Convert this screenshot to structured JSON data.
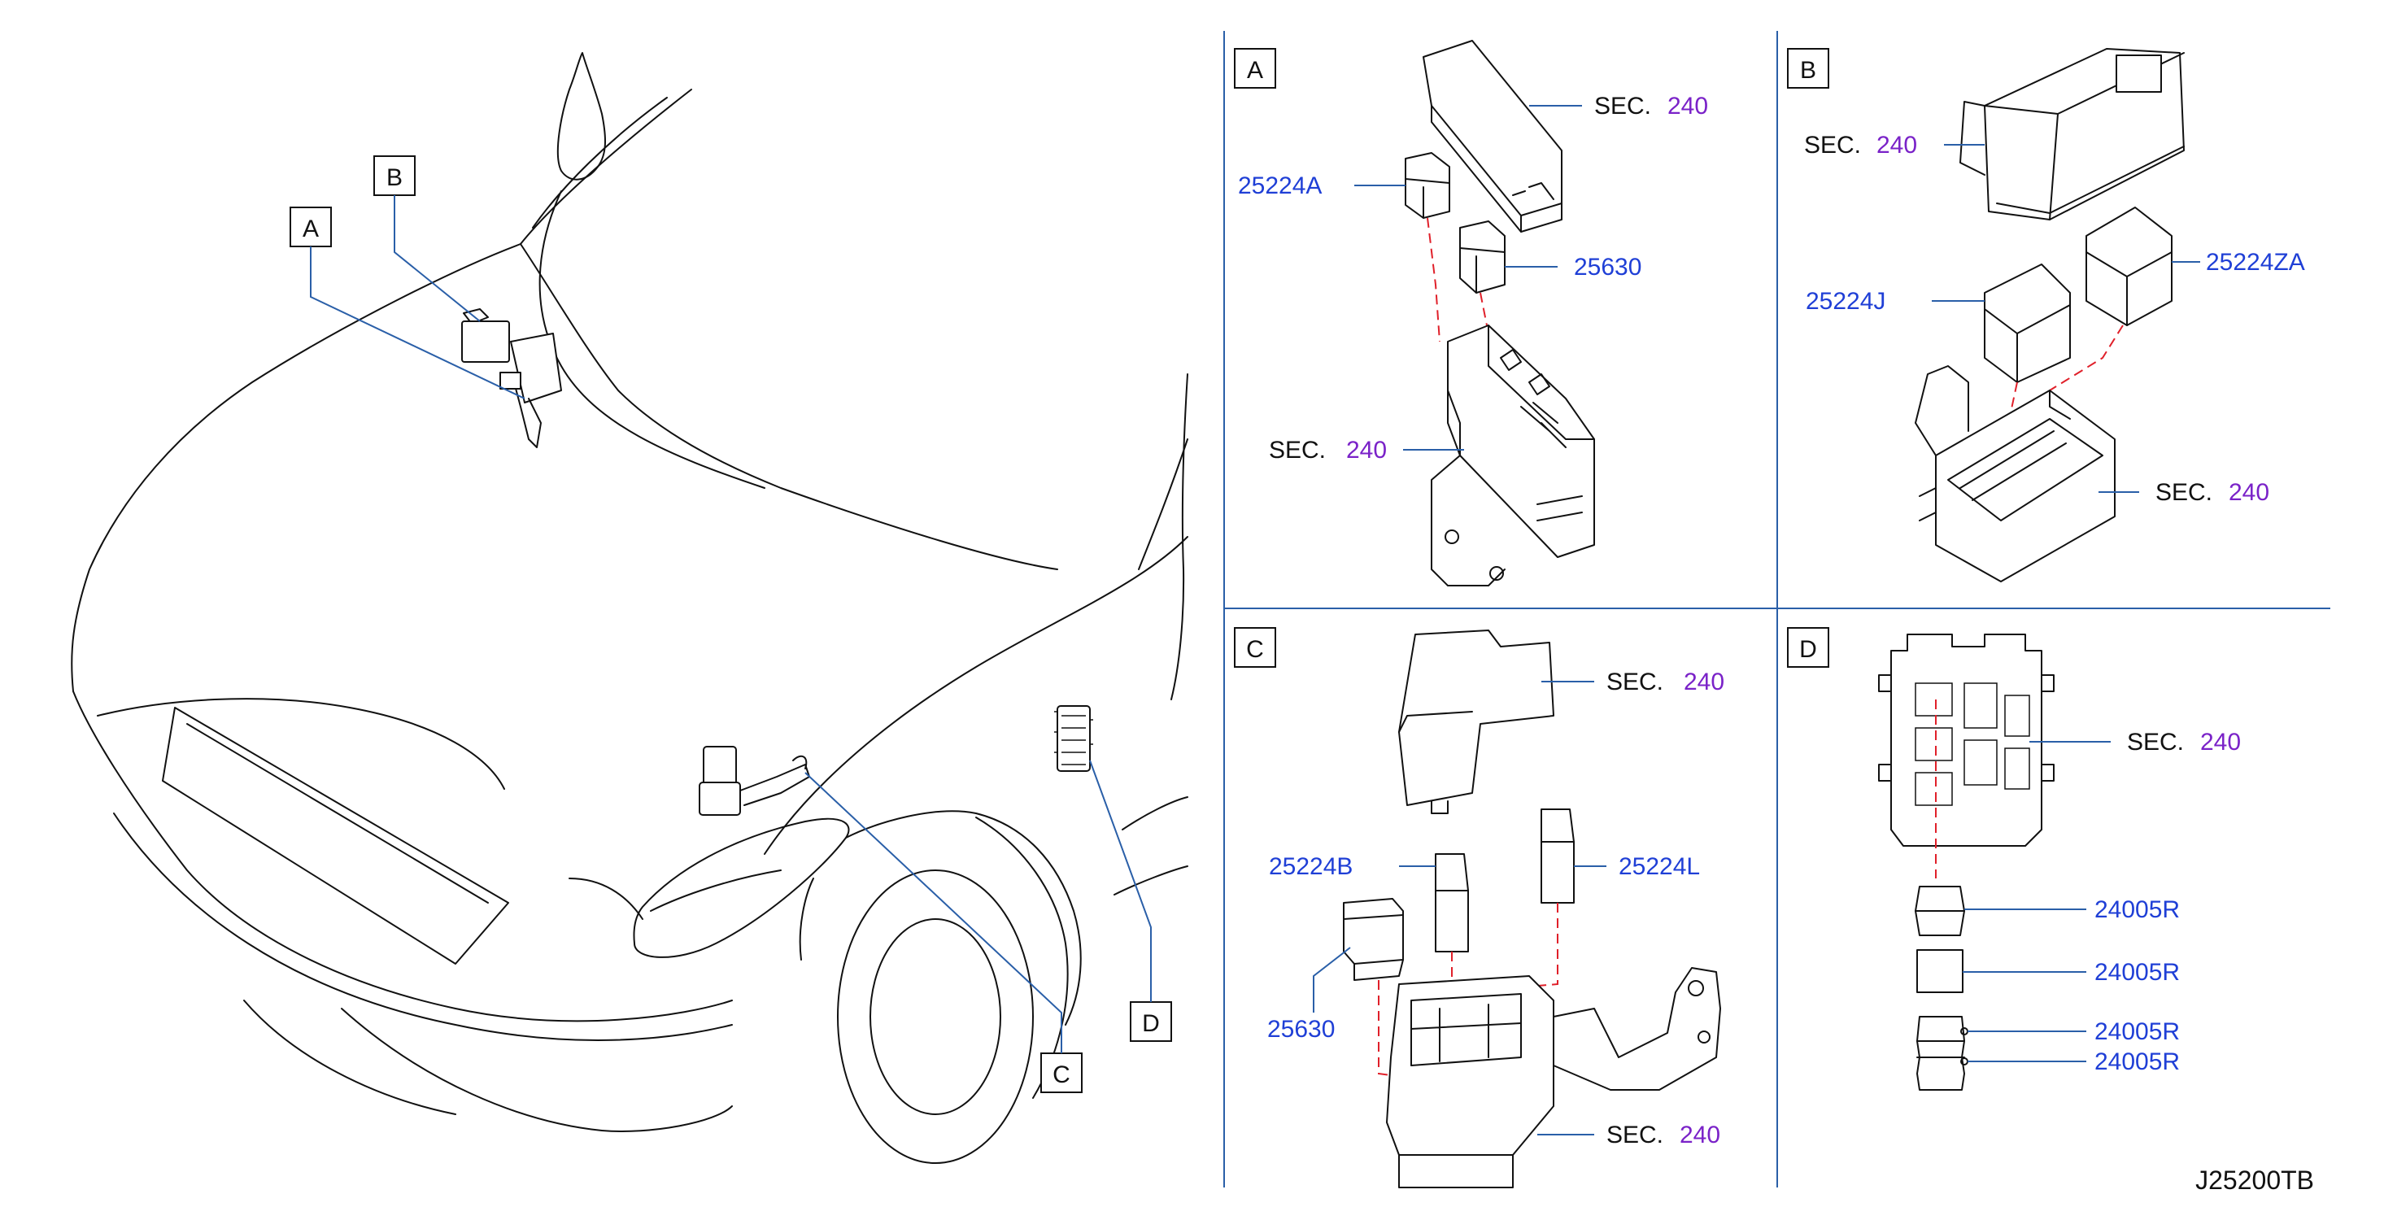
{
  "callouts": {
    "car_A": "A",
    "car_B": "B",
    "car_C": "C",
    "car_D": "D"
  },
  "panels": {
    "A": {
      "tag": "A",
      "sec_upper": {
        "text": "SEC.",
        "num": "240"
      },
      "sec_lower": {
        "text": "SEC.",
        "num": "240"
      },
      "part1": "25224A",
      "part2": "25630"
    },
    "B": {
      "tag": "B",
      "sec_upper": {
        "text": "SEC.",
        "num": "240"
      },
      "sec_lower": {
        "text": "SEC.",
        "num": "240"
      },
      "part1": "25224J",
      "part2": "25224ZA"
    },
    "C": {
      "tag": "C",
      "sec_upper": {
        "text": "SEC.",
        "num": "240"
      },
      "sec_lower": {
        "text": "SEC.",
        "num": "240"
      },
      "part1": "25224B",
      "part2": "25224L",
      "part3": "25630"
    },
    "D": {
      "tag": "D",
      "sec_upper": {
        "text": "SEC.",
        "num": "240"
      },
      "part1": "24005R",
      "part2": "24005R",
      "part3": "24005R",
      "part4": "24005R"
    }
  },
  "drawing_id": "J25200TB",
  "colors": {
    "part_number": "#1f3fd6",
    "section_number": "#7a22c8",
    "leader_line": "#2a5fa8",
    "dashed_guide": "#e0202a",
    "frame_line": "#2a5fa8"
  }
}
